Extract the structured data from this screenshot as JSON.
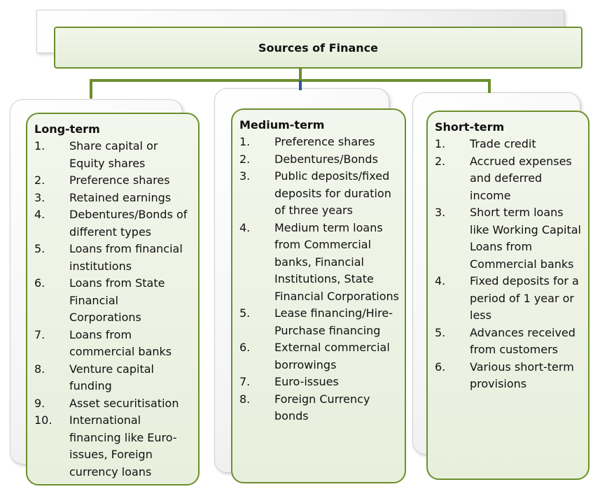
{
  "title": "Sources of Finance",
  "columns": [
    {
      "heading": "Long-term",
      "items": [
        {
          "num": "1.",
          "text": "Share capital or Equity shares"
        },
        {
          "num": "2.",
          "text": "Preference shares"
        },
        {
          "num": "3.",
          "text": "Retained earnings"
        },
        {
          "num": "4.",
          "text": "Debentures/Bonds of different types"
        },
        {
          "num": "5.",
          "text": "Loans from financial institutions"
        },
        {
          "num": "6.",
          "text": "Loans from State Financial Corporations"
        },
        {
          "num": "7.",
          "text": "Loans from commercial banks"
        },
        {
          "num": "8.",
          "text": "Venture capital funding"
        },
        {
          "num": "9.",
          "text": "Asset securitisation"
        },
        {
          "num": "10.",
          "text": "International financing like Euro-issues, Foreign currency loans"
        }
      ]
    },
    {
      "heading": "Medium-term",
      "items": [
        {
          "num": "1.",
          "text": "Preference shares"
        },
        {
          "num": "2.",
          "text": "Debentures/Bonds"
        },
        {
          "num": "3.",
          "text": "Public deposits/fixed deposits for duration of three years"
        },
        {
          "num": "4.",
          "text": "Medium term loans from Commercial banks, Financial Institutions, State Financial Corporations"
        },
        {
          "num": "5.",
          "text": "Lease financing/Hire-Purchase financing"
        },
        {
          "num": "6.",
          "text": "External commercial borrowings"
        },
        {
          "num": "7.",
          "text": "Euro-issues"
        },
        {
          "num": "8.",
          "text": "Foreign Currency bonds"
        }
      ]
    },
    {
      "heading": "Short-term",
      "items": [
        {
          "num": "1.",
          "text": "Trade credit"
        },
        {
          "num": "2.",
          "text": "Accrued expenses and deferred income"
        },
        {
          "num": "3.",
          "text": "Short term loans like Working Capital Loans from Commercial banks"
        },
        {
          "num": "4.",
          "text": "Fixed deposits for a period of 1 year or less"
        },
        {
          "num": "5.",
          "text": "Advances received from customers"
        },
        {
          "num": "6.",
          "text": "Various short-term provisions"
        }
      ]
    }
  ]
}
